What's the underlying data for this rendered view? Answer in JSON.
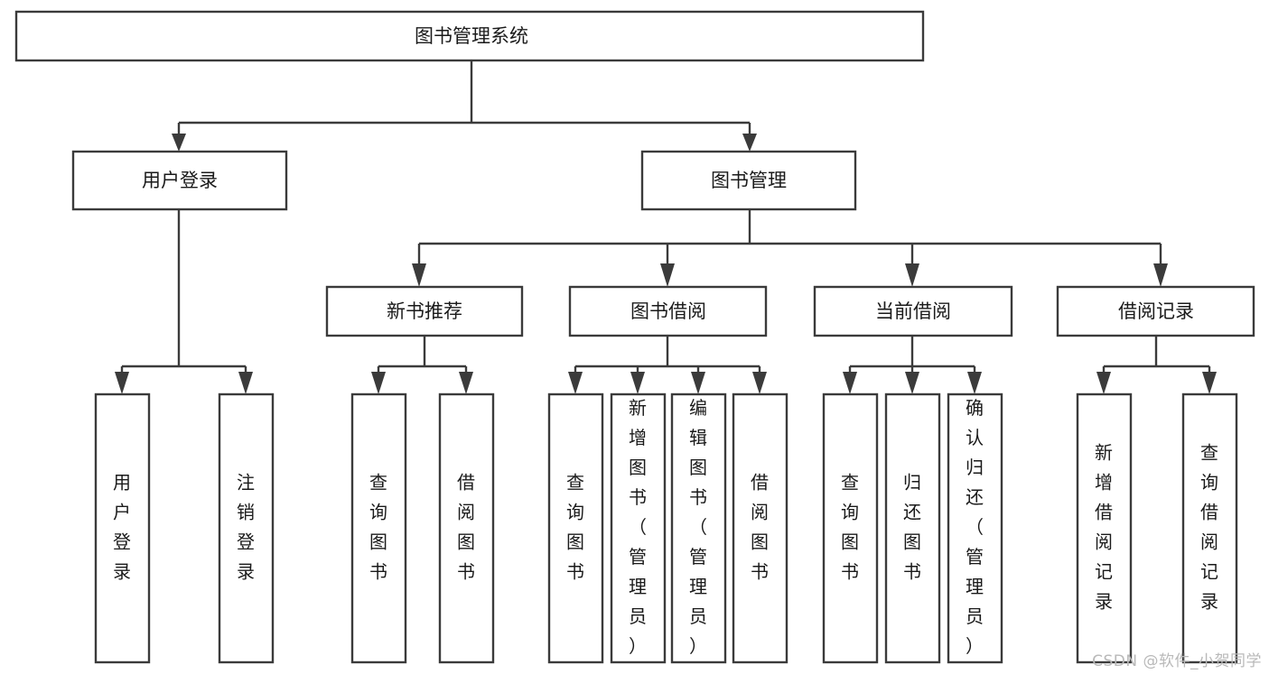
{
  "diagram": {
    "title": "图书管理系统",
    "watermark": "CSDN @软件_小贺同学",
    "colors": {
      "stroke": "#3b3b3b",
      "fill": "#ffffff",
      "text": "#1a1a1a",
      "watermark": "#b9b9b9"
    },
    "root": {
      "label": "图书管理系统"
    },
    "level2": [
      {
        "label": "用户登录"
      },
      {
        "label": "图书管理"
      }
    ],
    "level3": [
      {
        "label": "新书推荐"
      },
      {
        "label": "图书借阅"
      },
      {
        "label": "当前借阅"
      },
      {
        "label": "借阅记录"
      }
    ],
    "leaves": [
      {
        "label": "用户登录"
      },
      {
        "label": "注销登录"
      },
      {
        "label": "查询图书"
      },
      {
        "label": "借阅图书"
      },
      {
        "label": "查询图书"
      },
      {
        "label": "新增图书（管理员）"
      },
      {
        "label": "编辑图书（管理员）"
      },
      {
        "label": "借阅图书"
      },
      {
        "label": "查询图书"
      },
      {
        "label": "归还图书"
      },
      {
        "label": "确认归还（管理员）"
      },
      {
        "label": "新增借阅记录"
      },
      {
        "label": "查询借阅记录"
      }
    ]
  }
}
